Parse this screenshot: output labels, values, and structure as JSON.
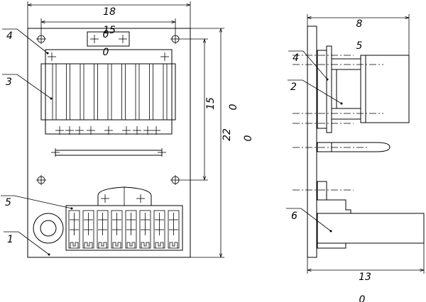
{
  "drawing": {
    "front_view": {
      "dimensions": {
        "overall_width": "18",
        "mount_width": "15",
        "mount_width_tol": "0",
        "inner_tol": "0",
        "mount_height": "15",
        "mount_height_tol": "0",
        "overall_height": "22",
        "overall_height_tol": "0"
      },
      "callouts": [
        "4",
        "3",
        "5",
        "1"
      ]
    },
    "side_view": {
      "dimensions": {
        "top_depth": "8",
        "top_depth_tol": "5",
        "total_depth": "13",
        "total_depth_tol": "0"
      },
      "callouts": [
        "4",
        "2",
        "6"
      ]
    }
  }
}
